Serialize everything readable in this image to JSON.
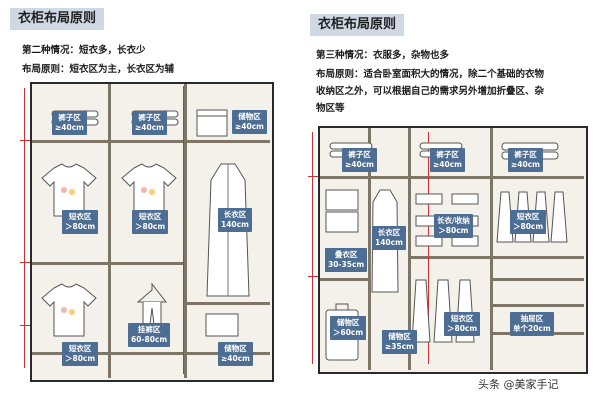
{
  "left": {
    "title": "衣柜布局原则",
    "line1": "第二种情况：短衣多，长衣少",
    "line2": "布局原则：短衣区为主，长衣区为辅",
    "zones": {
      "pants1": {
        "name": "裤子区",
        "size": "≥40cm"
      },
      "pants2": {
        "name": "裤子区",
        "size": "≥40cm"
      },
      "storage_top": {
        "name": "储物区",
        "size": "≥40cm"
      },
      "short1": {
        "name": "短衣区",
        "size": "＞80cm"
      },
      "short2": {
        "name": "短衣区",
        "size": "＞80cm"
      },
      "long": {
        "name": "长衣区",
        "size": "140cm"
      },
      "short3": {
        "name": "短衣区",
        "size": "＞80cm"
      },
      "hang": {
        "name": "挂裤区",
        "size": "60-80cm"
      },
      "storage_bottom": {
        "name": "储物区",
        "size": "≥40cm"
      }
    }
  },
  "right": {
    "title": "衣柜布局原则",
    "line1": "第三种情况：衣服多，杂物也多",
    "line2": "布局原则：适合卧室面积大的情况，除二个基础的衣物",
    "line3": "收纳区之外，可以根据自己的需求另外增加折叠区、杂",
    "line4": "物区等",
    "zones": {
      "pants1": {
        "name": "裤子区",
        "size": "≥40cm"
      },
      "pants2": {
        "name": "裤子区",
        "size": "≥40cm"
      },
      "pants3": {
        "name": "裤子区",
        "size": "≥40cm"
      },
      "long1": {
        "name": "长衣区",
        "size": "140cm"
      },
      "long_storage": {
        "name": "长衣/收纳",
        "size": "＞80cm"
      },
      "short1": {
        "name": "短衣区",
        "size": "＞80cm"
      },
      "fold": {
        "name": "叠衣区",
        "size": "30-35cm"
      },
      "storage1": {
        "name": "储物区",
        "size": "＞60cm"
      },
      "storage2": {
        "name": "储物区",
        "size": "≥35cm"
      },
      "short2": {
        "name": "短衣区",
        "size": "＞80cm"
      },
      "drawer": {
        "name": "抽屉区",
        "size": "单个20cm"
      }
    }
  },
  "watermark": "头条 @美家手记",
  "colors": {
    "tag": "#4e6d93",
    "measure": "#d03030",
    "title_bg": "#cfd8e3"
  }
}
